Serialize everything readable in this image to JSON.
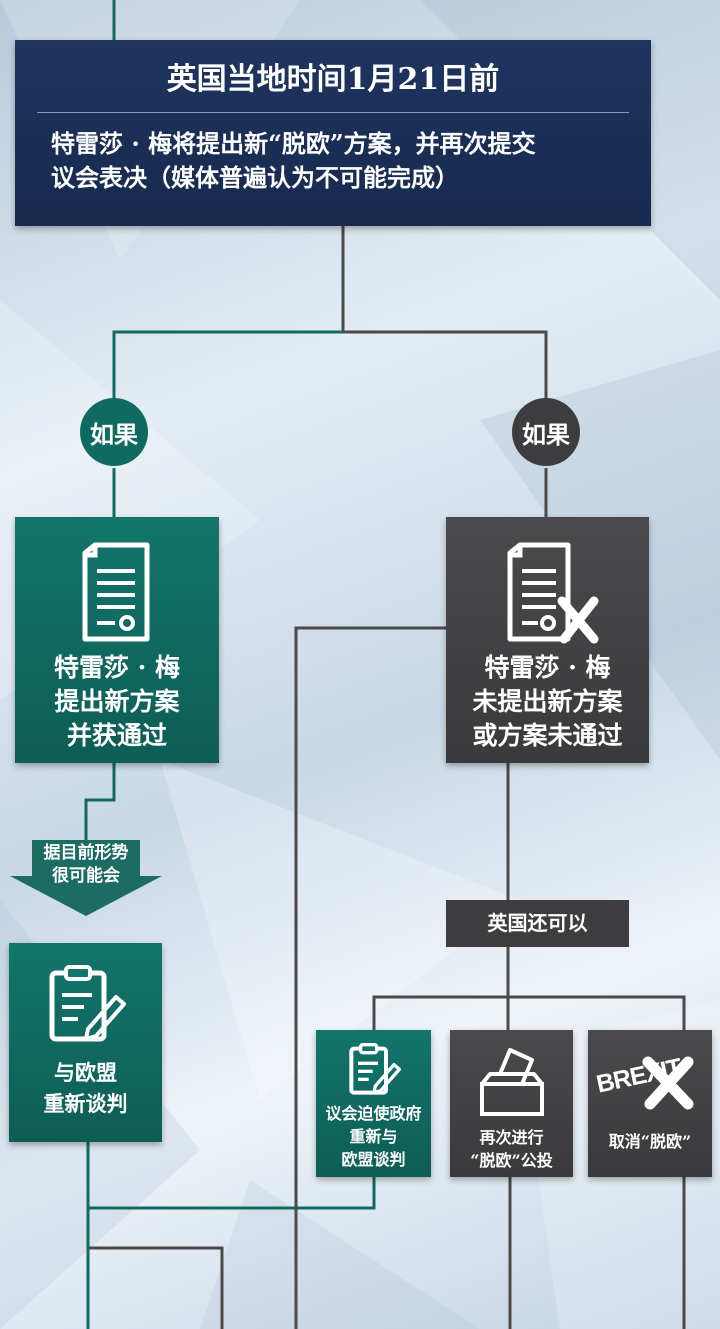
{
  "header": {
    "title": "英国当地时间1月21日前",
    "line1": "特雷莎 · 梅将提出新“脱欧”方案，并再次提交",
    "line2": "议会表决（媒体普遍认为不可能完成）"
  },
  "branches": {
    "if_left": "如果",
    "if_right": "如果"
  },
  "left_box": {
    "line1": "特雷莎 · 梅",
    "line2": "提出新方案",
    "line3": "并获通过"
  },
  "right_box": {
    "line1": "特雷莎 · 梅",
    "line2": "未提出新方案",
    "line3": "或方案未通过"
  },
  "arrow": {
    "line1": "据目前形势",
    "line2": "很可能会"
  },
  "negotiate_box": {
    "line1": "与欧盟",
    "line2": "重新谈判"
  },
  "uk_can": "英国还可以",
  "options": {
    "parliament": {
      "line1": "议会迫使政府",
      "line2": "重新与",
      "line3": "欧盟谈判"
    },
    "referendum": {
      "line1": "再次进行",
      "line2": "“脱欧”公投"
    },
    "cancel": {
      "logo_text": "BREXIT",
      "label": "取消“脱欧”"
    }
  },
  "icons": {
    "doc": "document-icon",
    "doc_x": "document-rejected-icon",
    "clipboard": "clipboard-pen-icon",
    "ballot": "ballot-box-icon"
  },
  "colors": {
    "navy": "#1b2f57",
    "teal": "#0f6b62",
    "gray": "#3d3d3f",
    "line_teal": "#0f6b62",
    "line_gray": "#4a4a4a"
  }
}
